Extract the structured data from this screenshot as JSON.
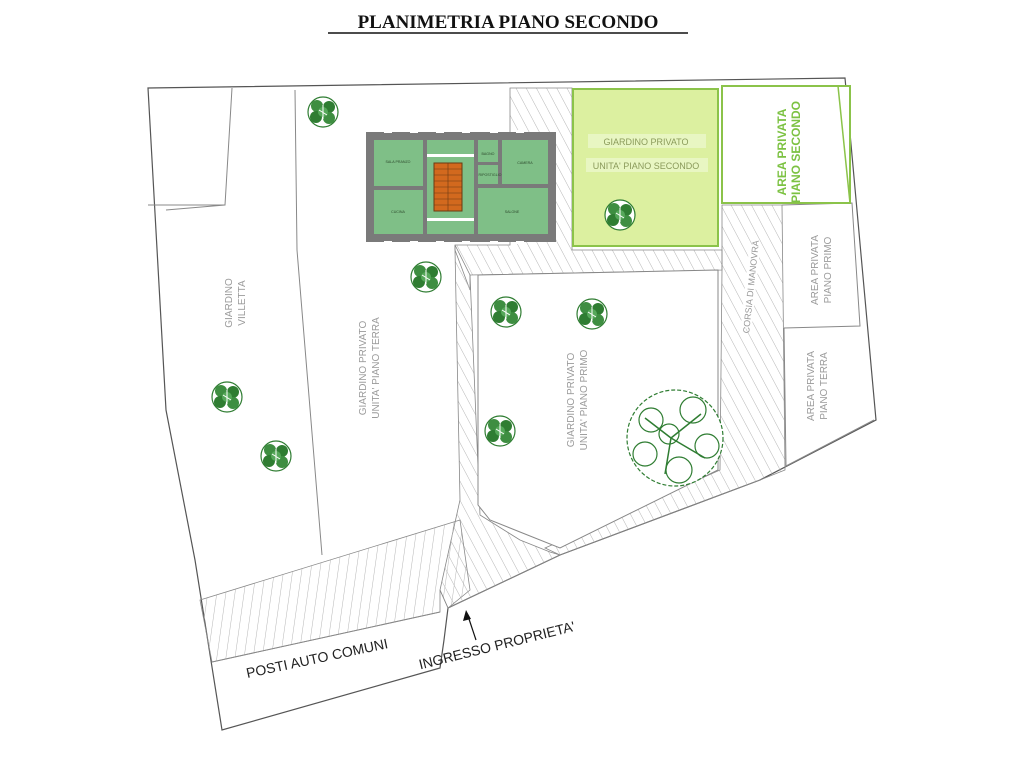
{
  "title": "PLANIMETRIA PIANO SECONDO",
  "labels": {
    "giardino_villetta": [
      "GIARDINO",
      "VILLETTA"
    ],
    "giardino_terra": [
      "GIARDINO PRIVATO",
      "UNITA' PIANO TERRA"
    ],
    "giardino_primo": [
      "GIARDINO PRIVATO",
      "UNITA' PIANO PRIMO"
    ],
    "giardino_secondo": [
      "GIARDINO PRIVATO",
      "UNITA' PIANO SECONDO"
    ],
    "area_secondo": [
      "AREA PRIVATA",
      "PIANO SECONDO"
    ],
    "area_primo": [
      "AREA PRIVATA",
      "PIANO PRIMO"
    ],
    "area_terra": [
      "AREA PRIVATA",
      "PIANO TERRA"
    ],
    "corsia": "CORSIA DI MANOVRA",
    "posti_auto": "POSTI AUTO COMUNI",
    "ingresso": "INGRESSO PROPRIETA'"
  },
  "rooms": {
    "sala_pranzo": "SALA PRANZO",
    "cucina": "CUCINA",
    "bagno": "BAGNO",
    "ripostiglio": "RIPOSTIGLIO",
    "camera": "CAMERA",
    "salone": "SALONE"
  },
  "colors": {
    "room_fill": "#7fbf87",
    "wall": "#7a7a7a",
    "stair": "#d2691e",
    "garden_secondo": "#d8ef98",
    "green_outline": "#8bc34a",
    "tree": "#2f7d32",
    "hatch": "#b0b0b0"
  }
}
